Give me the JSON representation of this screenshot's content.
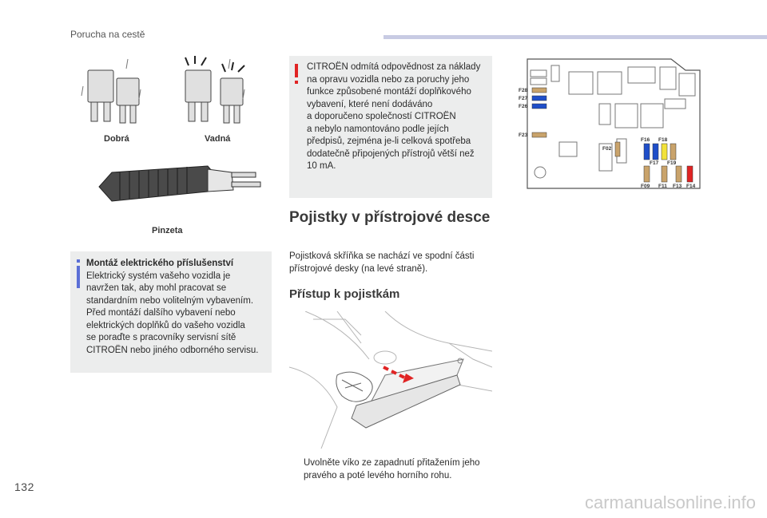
{
  "header": {
    "section_title": "Porucha na cestě"
  },
  "page_number": "132",
  "fuse_images": {
    "good_label": "Dobrá",
    "bad_label": "Vadná",
    "tweezers_label": "Pinzeta"
  },
  "info_box": {
    "title": "Montáž elektrického příslušenství",
    "lines": [
      "Elektrický systém vašeho vozidla je",
      "navržen tak, aby mohl pracovat se",
      "standardním nebo volitelným vybavením.",
      "Před montáží dalšího vybavení nebo",
      "elektrických doplňků do vašeho vozidla",
      "se poraďte s pracovníky servisní sítě",
      "CITROËN nebo jiného odborného servisu."
    ]
  },
  "warning_box": {
    "lines": [
      "CITROËN odmítá odpovědnost za náklady",
      "na opravu vozidla nebo za poruchy jeho",
      "funkce způsobené montáží doplňkového",
      "vybavení, které není dodáváno",
      "a doporučeno společností CITROËN",
      "a nebylo namontováno podle jejích",
      "předpisů, zejména je-li celková spotřeba",
      "dodatečně připojených přístrojů větší než",
      "10 mA."
    ]
  },
  "main": {
    "section_title": "Pojistky v přístrojové desce",
    "intro_lines": [
      "Pojistková skříňka se nachází ve spodní části",
      "přístrojové desky (na levé straně)."
    ],
    "subsection_title": "Přístup k pojistkám",
    "step_bullet": "",
    "step_lines": [
      "Uvolněte víko ze zapadnutí přitažením jeho",
      "pravého a poté levého horního rohu."
    ]
  },
  "fuse_diagram": {
    "labels": {
      "f28": "F28",
      "f27": "F27",
      "f26": "F26",
      "f23": "F23",
      "f02": "F02",
      "f16": "F16",
      "f18": "F18",
      "f17": "F17",
      "f19": "F19",
      "f09": "F09",
      "f11": "F11",
      "f13": "F13",
      "f14": "F14"
    },
    "colors": {
      "tan": "#c9a36b",
      "blue": "#1f4fc9",
      "yellow": "#f2e23a",
      "red": "#e02424"
    }
  },
  "watermark": "carmanualsonline.info"
}
